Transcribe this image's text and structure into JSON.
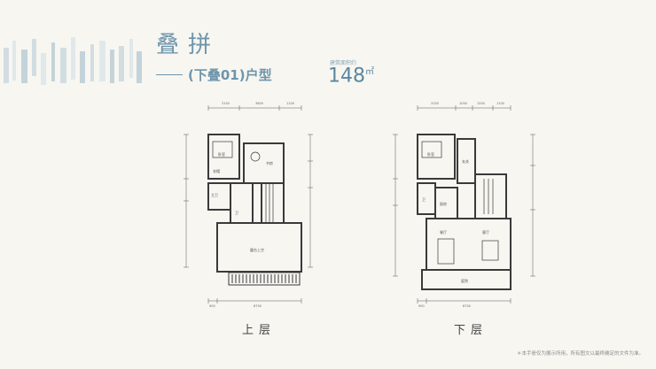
{
  "header": {
    "title": "叠拼",
    "subtitle": "(下叠01)户型",
    "area_label": "建筑面积约",
    "area_value": "148",
    "area_unit": "㎡"
  },
  "floors": {
    "upper": {
      "label": "上层",
      "rooms": {
        "bedroom": "卧室",
        "bath": "卫",
        "closet": "衣帽",
        "master": "主卫",
        "study": "书房",
        "terrace": "露台上空"
      },
      "top_dims": [
        "3150",
        "3600",
        "1100"
      ],
      "bottom_dims": [
        "900",
        "8750"
      ]
    },
    "lower": {
      "label": "下层",
      "rooms": {
        "bedroom": "卧室",
        "entry": "玄关",
        "bath": "卫",
        "kitchen": "厨房",
        "dining": "餐厅",
        "living": "客厅",
        "court": "庭院"
      },
      "top_dims": [
        "3150",
        "1050",
        "1550",
        "1100"
      ],
      "bottom_dims": [
        "900",
        "8750"
      ]
    }
  },
  "footnote": "＊本手册仅为展示所用，所有图文以最终确定的文件为准。",
  "colors": {
    "accent": "#6d95ab",
    "background": "#f7f6f1",
    "wall": "#3a3a3a"
  }
}
